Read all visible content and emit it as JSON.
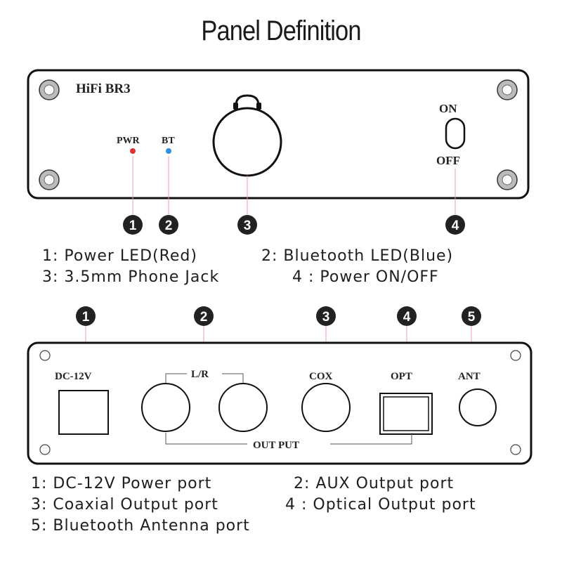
{
  "title": "Panel Definition",
  "front_panel": {
    "brand": "HiFi BR3",
    "pwr_label": "PWR",
    "bt_label": "BT",
    "on_label": "ON",
    "off_label": "OFF",
    "callouts": [
      "1",
      "2",
      "3",
      "4"
    ]
  },
  "front_legend": {
    "line1a": "1: Power LED(Red)",
    "line1b": "2: Bluetooth LED(Blue)",
    "line2a": "3: 3.5mm Phone Jack",
    "line2b": "4 : Power ON/OFF"
  },
  "rear_panel": {
    "dc_label": "DC-12V",
    "lr_label": "L/R",
    "cox_label": "COX",
    "opt_label": "OPT",
    "ant_label": "ANT",
    "output_label": "OUT PUT",
    "callouts": [
      "1",
      "2",
      "3",
      "4",
      "5"
    ]
  },
  "rear_legend": {
    "line1a": "1: DC-12V Power port",
    "line1b": "2: AUX Output port",
    "line2a": "3: Coaxial Output port",
    "line2b": "4 : Optical Output port",
    "line3": "5: Bluetooth Antenna port"
  },
  "colors": {
    "pwr_led": "#e03030",
    "bt_led": "#2f8ee0",
    "callout_fill": "#222222",
    "leader": "#e8a0a8"
  }
}
